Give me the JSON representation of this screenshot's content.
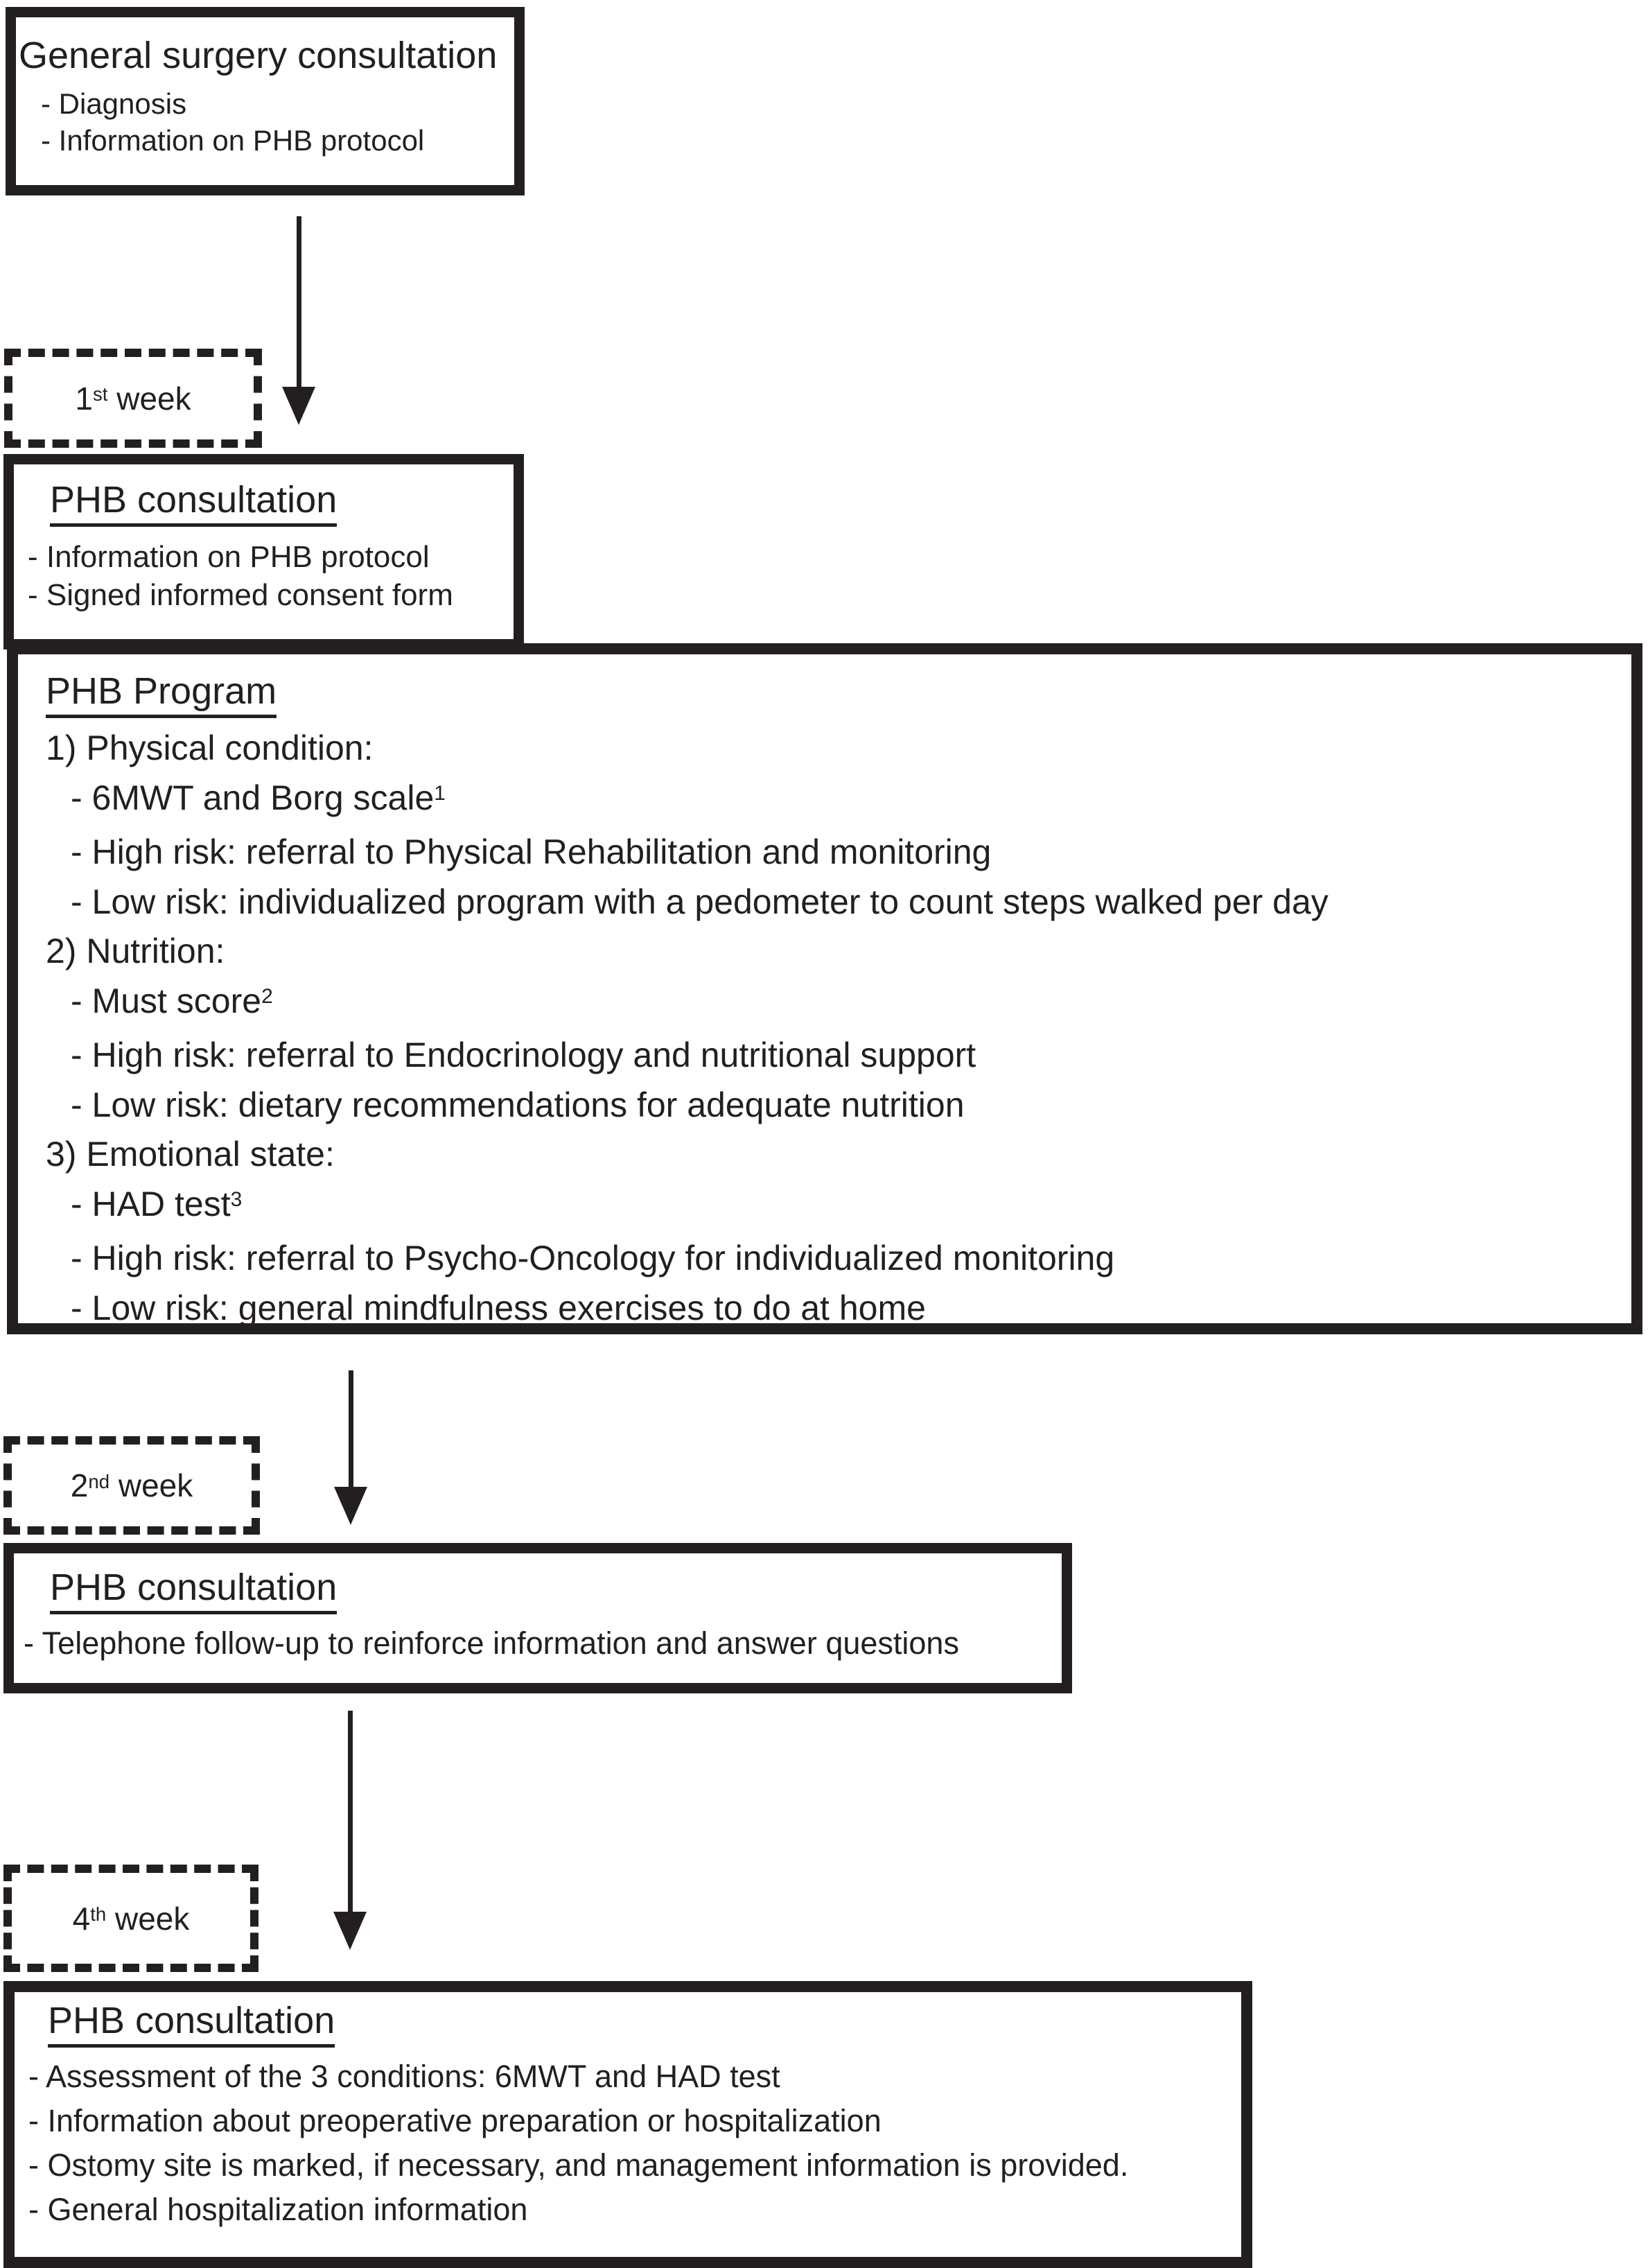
{
  "palette": {
    "ink": "#231f20",
    "background": "#ffffff"
  },
  "general_box": {
    "title": "General surgery consultation",
    "bullets": [
      "- Diagnosis",
      "- Information on PHB protocol"
    ]
  },
  "week_labels": [
    {
      "number": "1",
      "ordinal": "st",
      "suffix": " week"
    },
    {
      "number": "2",
      "ordinal": "nd",
      "suffix": " week"
    },
    {
      "number": "4",
      "ordinal": "th",
      "suffix": " week"
    }
  ],
  "phb_consult_1": {
    "title": "PHB consultation",
    "bullets": [
      "- Information on PHB protocol",
      "- Signed informed consent form"
    ]
  },
  "phb_program": {
    "title": "PHB Program",
    "items": [
      {
        "text": "1) Physical condition:",
        "sup": ""
      },
      {
        "text": "- 6MWT and Borg scale",
        "sup": "1"
      },
      {
        "text": "- High risk: referral to Physical Rehabilitation and monitoring",
        "sup": ""
      },
      {
        "text": "- Low risk: individualized program with a pedometer to count steps walked per day",
        "sup": ""
      },
      {
        "text": "2) Nutrition:",
        "sup": ""
      },
      {
        "text": "- Must score",
        "sup": "2"
      },
      {
        "text": "- High risk: referral to Endocrinology and nutritional support",
        "sup": ""
      },
      {
        "text": "- Low risk: dietary recommendations for adequate nutrition",
        "sup": ""
      },
      {
        "text": "3) Emotional state:",
        "sup": ""
      },
      {
        "text": "- HAD test",
        "sup": "3"
      },
      {
        "text": "- High risk: referral to Psycho-Oncology for individualized monitoring",
        "sup": ""
      },
      {
        "text": "- Low risk: general mindfulness exercises to do at home",
        "sup": ""
      }
    ]
  },
  "phb_consult_2": {
    "title": "PHB consultation",
    "bullets": [
      "- Telephone follow-up to reinforce information and answer questions"
    ]
  },
  "phb_consult_3": {
    "title": "PHB consultation",
    "bullets": [
      "- Assessment of the 3 conditions: 6MWT and HAD test",
      "- Information about preoperative preparation or hospitalization",
      "- Ostomy site is marked, if necessary, and management information is provided.",
      "- General hospitalization information"
    ]
  }
}
